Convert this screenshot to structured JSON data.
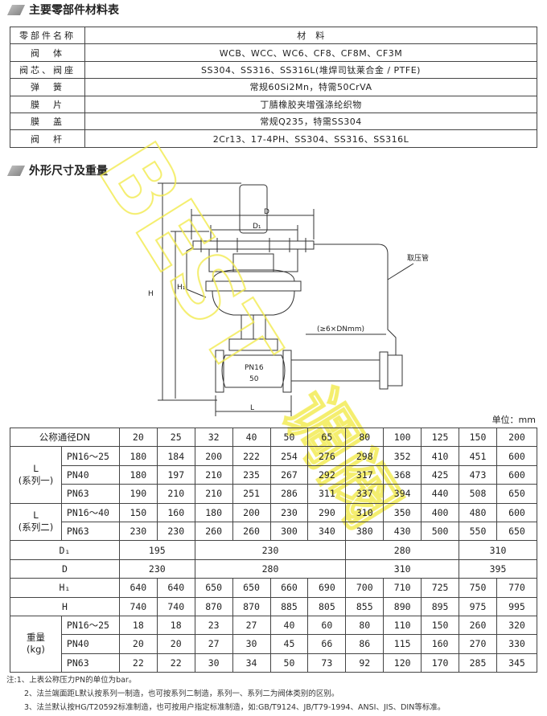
{
  "section1": {
    "title": "主要零部件材料表"
  },
  "materials": {
    "header": [
      "零部件名称",
      "材　料"
    ],
    "rows": [
      [
        "阀　体",
        "WCB、WCC、WC6、CF8、CF8M、CF3M"
      ],
      [
        "阀芯、阀座",
        "SS304、SS316、SS316L(堆焊司钛莱合金 / PTFE)"
      ],
      [
        "弹　簧",
        "常规60Si2Mn，特需50CrVA"
      ],
      [
        "膜　片",
        "丁腈橡胶夹增强涤纶织物"
      ],
      [
        "膜　盖",
        "常规Q235，特需SS304"
      ],
      [
        "阀　杆",
        "2Cr13、17-4PH、SS304、SS316、SS316L"
      ]
    ]
  },
  "section2": {
    "title": "外形尺寸及重量"
  },
  "diagram": {
    "label_D": "D",
    "label_D1": "D₁",
    "label_H": "H",
    "label_H1": "H₁",
    "label_L": "L",
    "label_pipe": "取压管",
    "label_dist": "(≥6×DNmm)",
    "label_pn": "PN16",
    "label_dn": "50"
  },
  "watermark": {
    "text1": "BEST",
    "text2": "调阀"
  },
  "unit": "单位：mm",
  "dimensions": {
    "header_label": "公称通径DN",
    "dn": [
      "20",
      "25",
      "32",
      "40",
      "50",
      "65",
      "80",
      "100",
      "125",
      "150",
      "200"
    ],
    "L1": {
      "label1": "L",
      "label2": "(系列一)",
      "rows": [
        {
          "sub": "PN16～25",
          "values": [
            "180",
            "184",
            "200",
            "222",
            "254",
            "276",
            "298",
            "352",
            "410",
            "451",
            "600"
          ]
        },
        {
          "sub": "PN40",
          "values": [
            "180",
            "197",
            "210",
            "235",
            "267",
            "292",
            "317",
            "368",
            "425",
            "473",
            "600"
          ]
        },
        {
          "sub": "PN63",
          "values": [
            "190",
            "210",
            "210",
            "251",
            "286",
            "311",
            "337",
            "394",
            "440",
            "508",
            "650"
          ]
        }
      ]
    },
    "L2": {
      "label1": "L",
      "label2": "(系列二)",
      "rows": [
        {
          "sub": "PN16～40",
          "values": [
            "150",
            "160",
            "180",
            "200",
            "230",
            "290",
            "310",
            "350",
            "400",
            "480",
            "600"
          ]
        },
        {
          "sub": "PN63",
          "values": [
            "230",
            "230",
            "260",
            "260",
            "300",
            "340",
            "380",
            "430",
            "500",
            "550",
            "650"
          ]
        }
      ]
    },
    "D1": {
      "label": "D₁",
      "values": [
        "195",
        "230",
        "280",
        "310"
      ]
    },
    "D": {
      "label": "D",
      "values": [
        "230",
        "280",
        "310",
        "395"
      ]
    },
    "H1": {
      "label": "H₁",
      "values": [
        "640",
        "640",
        "650",
        "650",
        "660",
        "690",
        "700",
        "710",
        "725",
        "750",
        "770"
      ]
    },
    "H": {
      "label": "H",
      "values": [
        "740",
        "740",
        "870",
        "870",
        "885",
        "805",
        "855",
        "890",
        "895",
        "975",
        "995"
      ]
    },
    "W": {
      "label1": "重量",
      "label2": "(kg)",
      "rows": [
        {
          "sub": "PN16～25",
          "values": [
            "18",
            "18",
            "23",
            "27",
            "40",
            "60",
            "80",
            "110",
            "150",
            "260",
            "320"
          ]
        },
        {
          "sub": "PN40",
          "values": [
            "20",
            "20",
            "27",
            "30",
            "45",
            "66",
            "86",
            "115",
            "160",
            "270",
            "330"
          ]
        },
        {
          "sub": "PN63",
          "values": [
            "22",
            "22",
            "30",
            "34",
            "50",
            "73",
            "92",
            "120",
            "170",
            "285",
            "345"
          ]
        }
      ]
    }
  },
  "notes": [
    "注:1、上表公称压力PN的单位为bar。",
    "2、法兰端面距L默认按系列一制造，也可按系列二制造，系列一、系列二为阀体类别的区别。",
    "3、法兰默认按HG/T20592标准制造，也可按用户指定标准制造，如:GB/T9124、JB/T79-1994、ANSI、JIS、DIN等标准。"
  ]
}
